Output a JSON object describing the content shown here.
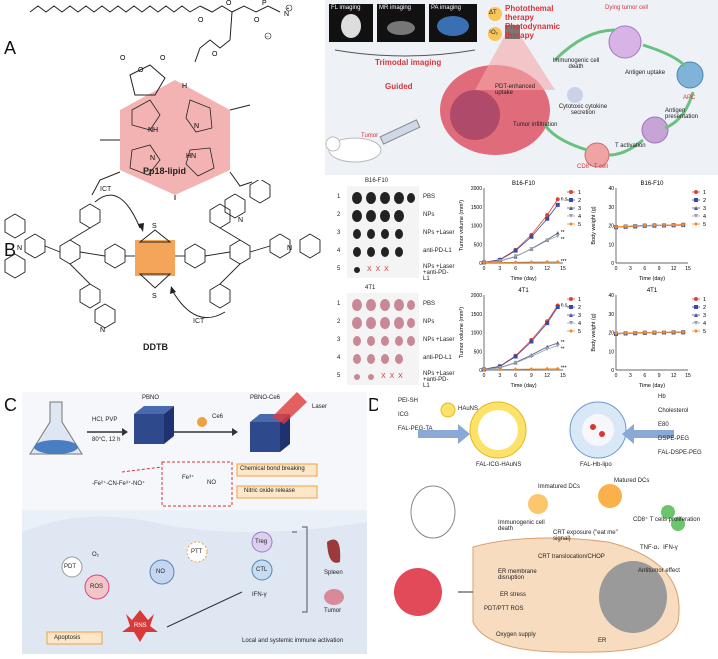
{
  "panels": {
    "a": "A",
    "b": "B",
    "c": "C",
    "d": "D"
  },
  "panel_a": {
    "molecule_name": "Pp18-lipid",
    "imaging_tiles": [
      "FL imaging",
      "MR imaging",
      "PA imaging"
    ],
    "therapy_lines": [
      "Photothemal",
      "therapy",
      "Photodynamic",
      "therapy"
    ],
    "therapy_symbols": [
      "ΔT",
      "¹O₂"
    ],
    "labels": {
      "trimodal": "Trimodal imaging",
      "guided": "Guided",
      "tumor": "Tumor",
      "pdt_uptake": "PDT-enhanced uptake",
      "immunogenic": "Immunogenic cell death",
      "dying": "Dying tumor cell",
      "antigen_uptake": "Antigen uptake",
      "apc": "APC",
      "cytotoxic": "Cytotoxic cytokine secretion",
      "tumor_infiltration": "Tumor infiltration",
      "antigen_presentation": "Antigen presentation",
      "t_activation": "T activation",
      "cd8": "CD8⁺ T cell"
    }
  },
  "panel_b": {
    "molecule_name": "DDTB",
    "ict_labels": [
      "ICT",
      "ICT"
    ],
    "tumor_photos": [
      {
        "title": "B16-F10",
        "rows": [
          "PBS",
          "NPs",
          "NPs +Laser",
          "anti-PD-L1",
          "NPs +Laser +anti-PD-L1"
        ],
        "row_numbers": [
          "1",
          "2",
          "3",
          "4",
          "5"
        ],
        "marks": "X"
      },
      {
        "title": "4T1",
        "rows": [
          "PBS",
          "NPs",
          "NPs +Laser",
          "anti-PD-L1",
          "NPs +Laser +anti-PD-L1"
        ],
        "row_numbers": [
          "1",
          "2",
          "3",
          "4",
          "5"
        ],
        "marks": "X"
      }
    ]
  },
  "chart_data": [
    {
      "type": "line",
      "title": "B16-F10",
      "xlabel": "Time (day)",
      "ylabel": "Tumor volume (mm³)",
      "xlim": [
        0,
        15
      ],
      "ylim": [
        0,
        2000
      ],
      "xticks": [
        0,
        3,
        6,
        9,
        12,
        15
      ],
      "yticks": [
        0,
        500,
        1000,
        1500,
        2000
      ],
      "x": [
        0,
        3,
        6,
        9,
        12,
        14
      ],
      "series": [
        {
          "name": "1",
          "color": "#e0403a",
          "marker": "circle",
          "values": [
            20,
            90,
            350,
            750,
            1280,
            1700
          ]
        },
        {
          "name": "2",
          "color": "#3a4aa0",
          "marker": "square",
          "values": [
            20,
            80,
            330,
            700,
            1180,
            1550
          ]
        },
        {
          "name": "3",
          "color": "#505a90",
          "marker": "triangle",
          "values": [
            15,
            50,
            170,
            380,
            620,
            800
          ]
        },
        {
          "name": "4",
          "color": "#9aa0aa",
          "marker": "triangle-down",
          "values": [
            15,
            55,
            180,
            370,
            600,
            720
          ]
        },
        {
          "name": "5",
          "color": "#f08a2a",
          "marker": "diamond",
          "values": [
            10,
            15,
            20,
            25,
            30,
            30
          ]
        }
      ],
      "annotations": [
        "n.s.",
        "**",
        "**",
        "***"
      ]
    },
    {
      "type": "line",
      "title": "B16-F10",
      "xlabel": "Time (day)",
      "ylabel": "Body weight (g)",
      "xlim": [
        0,
        15
      ],
      "ylim": [
        0,
        40
      ],
      "xticks": [
        0,
        3,
        6,
        9,
        12,
        15
      ],
      "yticks": [
        0,
        10,
        20,
        30,
        40
      ],
      "x": [
        0,
        2,
        4,
        6,
        8,
        10,
        12,
        14
      ],
      "series": [
        {
          "name": "1",
          "color": "#e0403a",
          "marker": "circle",
          "values": [
            19,
            19.5,
            19.8,
            20,
            20.2,
            20.1,
            20.3,
            20.5
          ]
        },
        {
          "name": "2",
          "color": "#3a4aa0",
          "marker": "square",
          "values": [
            19.2,
            19.4,
            19.7,
            19.9,
            20,
            20.1,
            20.2,
            20.3
          ]
        },
        {
          "name": "3",
          "color": "#505a90",
          "marker": "triangle",
          "values": [
            19.1,
            19.3,
            19.5,
            19.8,
            19.9,
            20,
            20.1,
            20.2
          ]
        },
        {
          "name": "4",
          "color": "#9aa0aa",
          "marker": "triangle-down",
          "values": [
            19,
            19.2,
            19.6,
            19.7,
            19.9,
            20,
            20,
            20.1
          ]
        },
        {
          "name": "5",
          "color": "#f08a2a",
          "marker": "diamond",
          "values": [
            19.3,
            19.5,
            19.8,
            20,
            20.1,
            20.2,
            20.3,
            20.4
          ]
        }
      ]
    },
    {
      "type": "line",
      "title": "4T1",
      "xlabel": "Time (day)",
      "ylabel": "Tumor volume (mm³)",
      "xlim": [
        0,
        15
      ],
      "ylim": [
        0,
        2000
      ],
      "xticks": [
        0,
        3,
        6,
        9,
        12,
        15
      ],
      "yticks": [
        0,
        500,
        1000,
        1500,
        2000
      ],
      "x": [
        0,
        3,
        6,
        9,
        12,
        14
      ],
      "series": [
        {
          "name": "1",
          "color": "#e0403a",
          "marker": "circle",
          "values": [
            20,
            100,
            380,
            800,
            1300,
            1720
          ]
        },
        {
          "name": "2",
          "color": "#3a4aa0",
          "marker": "square",
          "values": [
            20,
            95,
            360,
            760,
            1250,
            1680
          ]
        },
        {
          "name": "3",
          "color": "#505a90",
          "marker": "triangle",
          "values": [
            15,
            60,
            200,
            400,
            620,
            720
          ]
        },
        {
          "name": "4",
          "color": "#9aa0aa",
          "marker": "triangle-down",
          "values": [
            15,
            55,
            190,
            360,
            560,
            650
          ]
        },
        {
          "name": "5",
          "color": "#f08a2a",
          "marker": "diamond",
          "values": [
            10,
            15,
            20,
            25,
            30,
            35
          ]
        }
      ],
      "annotations": [
        "n.s.",
        "**",
        "**",
        "***"
      ]
    },
    {
      "type": "line",
      "title": "4T1",
      "xlabel": "Time (day)",
      "ylabel": "Body weight (g)",
      "xlim": [
        0,
        15
      ],
      "ylim": [
        0,
        40
      ],
      "xticks": [
        0,
        3,
        6,
        9,
        12,
        15
      ],
      "yticks": [
        0,
        10,
        20,
        30,
        40
      ],
      "x": [
        0,
        2,
        4,
        6,
        8,
        10,
        12,
        14
      ],
      "series": [
        {
          "name": "1",
          "color": "#e0403a",
          "marker": "circle",
          "values": [
            19.5,
            19.7,
            19.8,
            20,
            20,
            20.1,
            20.2,
            20.3
          ]
        },
        {
          "name": "2",
          "color": "#3a4aa0",
          "marker": "square",
          "values": [
            19.3,
            19.6,
            19.7,
            19.9,
            20,
            20,
            20.1,
            20.2
          ]
        },
        {
          "name": "3",
          "color": "#505a90",
          "marker": "triangle",
          "values": [
            19.2,
            19.5,
            19.6,
            19.8,
            19.9,
            20,
            20,
            20.1
          ]
        },
        {
          "name": "4",
          "color": "#9aa0aa",
          "marker": "triangle-down",
          "values": [
            19.4,
            19.5,
            19.7,
            19.8,
            19.9,
            20,
            20.1,
            20.1
          ]
        },
        {
          "name": "5",
          "color": "#f08a2a",
          "marker": "diamond",
          "values": [
            19.6,
            19.8,
            19.9,
            20,
            20.1,
            20.2,
            20.2,
            20.3
          ]
        }
      ]
    }
  ],
  "panel_c": {
    "flask_conditions": [
      "HCl, PVP",
      "80°C, 12 h"
    ],
    "pbno": "PBNO",
    "pbno_ce6": "PBNO-Ce6",
    "ce6": "Ce6",
    "laser": "Laser",
    "chem_break": "Chemical bond breaking",
    "no_release": "Nitric oxide release",
    "formula_left": "-Fe²⁺-CN-Fe³⁺-NO⁺",
    "formula_right_fe": "Fe³⁺",
    "formula_right_no": "NO",
    "o2": "O₂",
    "pdt": "PDT",
    "ros": "ROS",
    "no": "NO",
    "ptt": "PTT",
    "rns": "RNS",
    "apoptosis": "Apoptosis",
    "treg": "Treg",
    "ctl": "CTL",
    "ifn": "IFN-γ",
    "spleen": "Spleen",
    "tumor": "Tumor",
    "footer": "Local and systemic immune activation"
  },
  "panel_d": {
    "left_legend": [
      "PEI-SH",
      "ICG",
      "FAL-PEG-TA"
    ],
    "haun": "HAuNS",
    "right_legend": [
      "Hb",
      "Cholesterol",
      "E80",
      "DSPE-PEG",
      "FAL-DSPE-PEG"
    ],
    "np_left": "FAL-ICG-HAuNS",
    "np_right": "FAL-Hb-lipo",
    "immunogenic": "Immunogenic cell death",
    "immature": "Immatured DCs",
    "matured": "Matured DCs",
    "cd8": "CD8⁺ T cells proliferation",
    "tnf": "TNF-α、IFN-γ",
    "antitumor": "Antitumor effect",
    "crt_exposure": "CRT exposure (\"eat me\" signal)",
    "crt_trans": "CRT translocation/CHOP",
    "er_membrane": "ER membrane disruption",
    "er_stress": "ER stress",
    "pdt_ptt": "PDT/PTT ROS",
    "oxygen": "Oxygen supply",
    "er": "ER"
  }
}
